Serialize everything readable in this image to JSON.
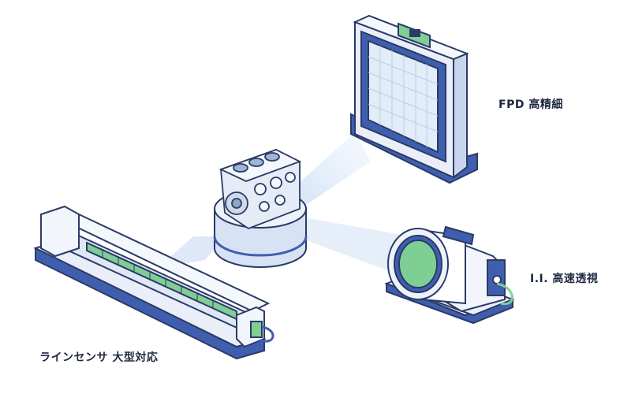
{
  "labels": {
    "fpd": "FPD 高精細",
    "ii": "I.I. 高速透視",
    "line_sensor": "ラインセンサ 大型対応"
  },
  "colors": {
    "outline": "#2b3a67",
    "blue": "#3f5fae",
    "light_blue": "#dbe6f7",
    "beam": "#cfe0f5",
    "green": "#7fcf95",
    "panel_grid": "#b7cdea"
  },
  "icons": [
    "engine-block-icon",
    "turntable-icon",
    "flat-panel-detector-icon",
    "image-intensifier-icon",
    "line-sensor-icon"
  ]
}
